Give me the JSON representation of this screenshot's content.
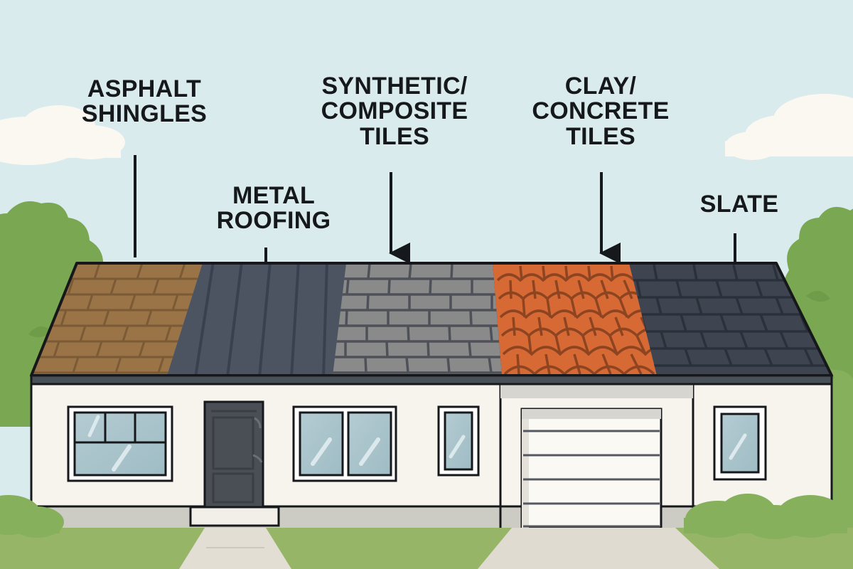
{
  "illustration": {
    "title": "Roof material comparison house illustration",
    "labels": [
      {
        "id": "asphalt",
        "text": "ASPHALT\nSHINGLES",
        "connector": "line"
      },
      {
        "id": "metal",
        "text": "METAL\nROOFING",
        "connector": "line"
      },
      {
        "id": "synthetic",
        "text": "SYNTHETIC/\nCOMPOSITE\nTILES",
        "connector": "arrow"
      },
      {
        "id": "clay",
        "text": "CLAY/\nCONCRETE\nTILES",
        "connector": "arrow"
      },
      {
        "id": "slate",
        "text": "SLATE",
        "connector": "line"
      }
    ],
    "roof_sections": [
      {
        "id": "asphalt",
        "material": "Asphalt shingles",
        "color": "#9a7347",
        "pattern": "brick-courses"
      },
      {
        "id": "metal",
        "material": "Metal roofing",
        "color": "#4c5462",
        "pattern": "vertical-seams"
      },
      {
        "id": "synthetic",
        "material": "Synthetic/composite tiles",
        "color": "#8a8a8a",
        "pattern": "brick-courses"
      },
      {
        "id": "clay",
        "material": "Clay/concrete tiles",
        "color": "#d76a34",
        "pattern": "barrel-scallop"
      },
      {
        "id": "slate",
        "material": "Slate",
        "color": "#3e4550",
        "pattern": "brick-courses"
      }
    ],
    "colors": {
      "sky": "#daebed",
      "cloud": "#fbf8f1",
      "tree": "#7aa852",
      "bush": "#86b05c",
      "lawn": "#97b567",
      "wall": "#f7f4ee",
      "foundation": "#cdccc4",
      "walkway": "#e3ded3",
      "driveway": "#e0dbd1",
      "door": "#4a4f55",
      "glass": "#a9c3cb",
      "window_frame": "#ffffff",
      "outline": "#16181b",
      "fascia": "#4a5058",
      "garage_door": "#fbf9f4"
    },
    "house_features": [
      {
        "id": "window-left",
        "type": "picture window",
        "panes": 4
      },
      {
        "id": "front-door",
        "type": "entry door",
        "panels": 2
      },
      {
        "id": "window-center",
        "type": "double window",
        "panes": 2
      },
      {
        "id": "window-narrow",
        "type": "narrow window",
        "panes": 1
      },
      {
        "id": "garage-door",
        "type": "garage door",
        "panels": 5
      },
      {
        "id": "window-right",
        "type": "small window",
        "panes": 1
      }
    ]
  }
}
